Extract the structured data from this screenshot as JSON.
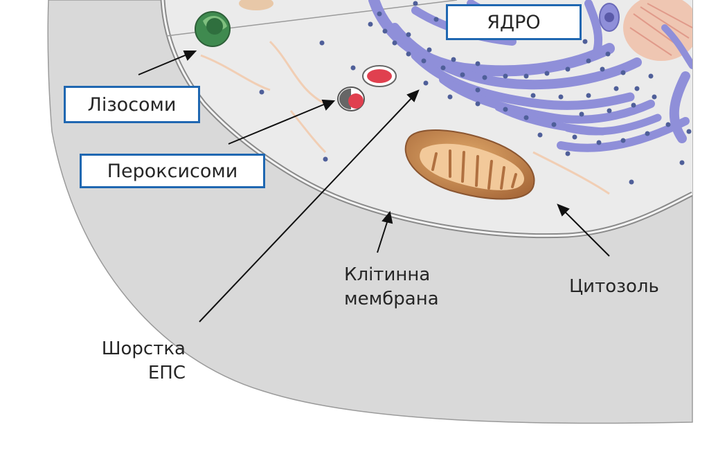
{
  "labels": {
    "nucleus": "ЯДРО",
    "lysosomes": "Лізосоми",
    "peroxisomes": "Пероксисоми",
    "cell_membrane_line1": "Клітинна",
    "cell_membrane_line2": "мембрана",
    "cytosol": "Цитозоль",
    "rough_er_line1": "Шорстка",
    "rough_er_line2": "ЕПС"
  },
  "colors": {
    "label_border": "#1f67b1",
    "outer_cell": "#d9d9d9",
    "cytoplasm": "#ebebeb",
    "rough_er": "#8f8fd9",
    "ribosome": "#4f5f99",
    "mitochondrion": "#c98a4b",
    "lysosome": "#3f8a4f",
    "peroxisome": "#e0404f"
  }
}
